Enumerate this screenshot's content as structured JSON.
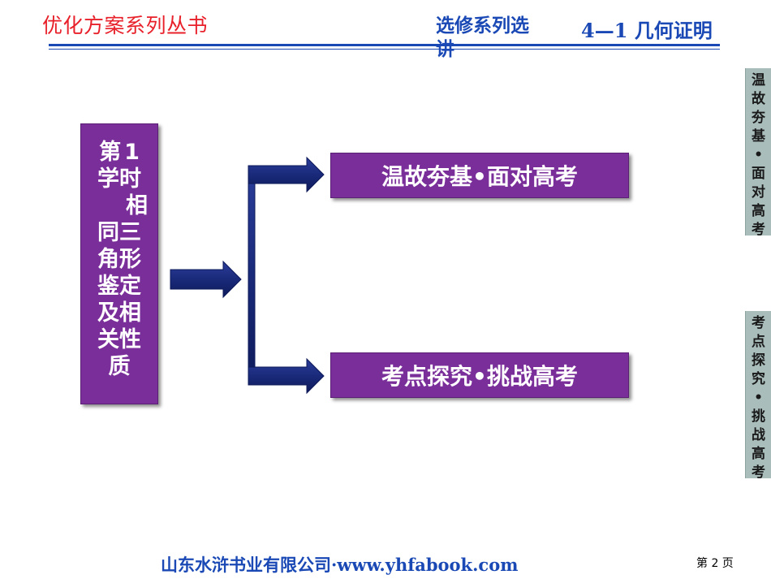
{
  "header": {
    "series_title": "优化方案系列丛书",
    "subject": "选修系列选讲",
    "chapter": "4—1 几何证明"
  },
  "lesson": {
    "chars": [
      "第",
      "1",
      "学",
      "时",
      "相",
      "同",
      "三",
      "角",
      "形",
      "鉴",
      "定",
      "及",
      "相",
      "关",
      "性",
      "质"
    ]
  },
  "branches": [
    {
      "label": "温故夯基•面对高考"
    },
    {
      "label": "考点探究•挑战高考"
    }
  ],
  "side_tabs": [
    {
      "chars": [
        "温",
        "故",
        "夯",
        "基",
        "•",
        "面",
        "对",
        "高",
        "考"
      ]
    },
    {
      "chars": [
        "考",
        "点",
        "探",
        "究",
        "•",
        "挑",
        "战",
        "高",
        "考"
      ]
    }
  ],
  "footer": {
    "publisher": "山东水浒书业有限公司·www.yhfabook.com",
    "page": "第 2 页"
  },
  "colors": {
    "box_purple": "#7a2e9a",
    "arrow_navy": "#1a2a7a",
    "title_red": "#e8202a",
    "accent_blue": "#1a49b5",
    "tab_gray": "#a9bdbb"
  }
}
